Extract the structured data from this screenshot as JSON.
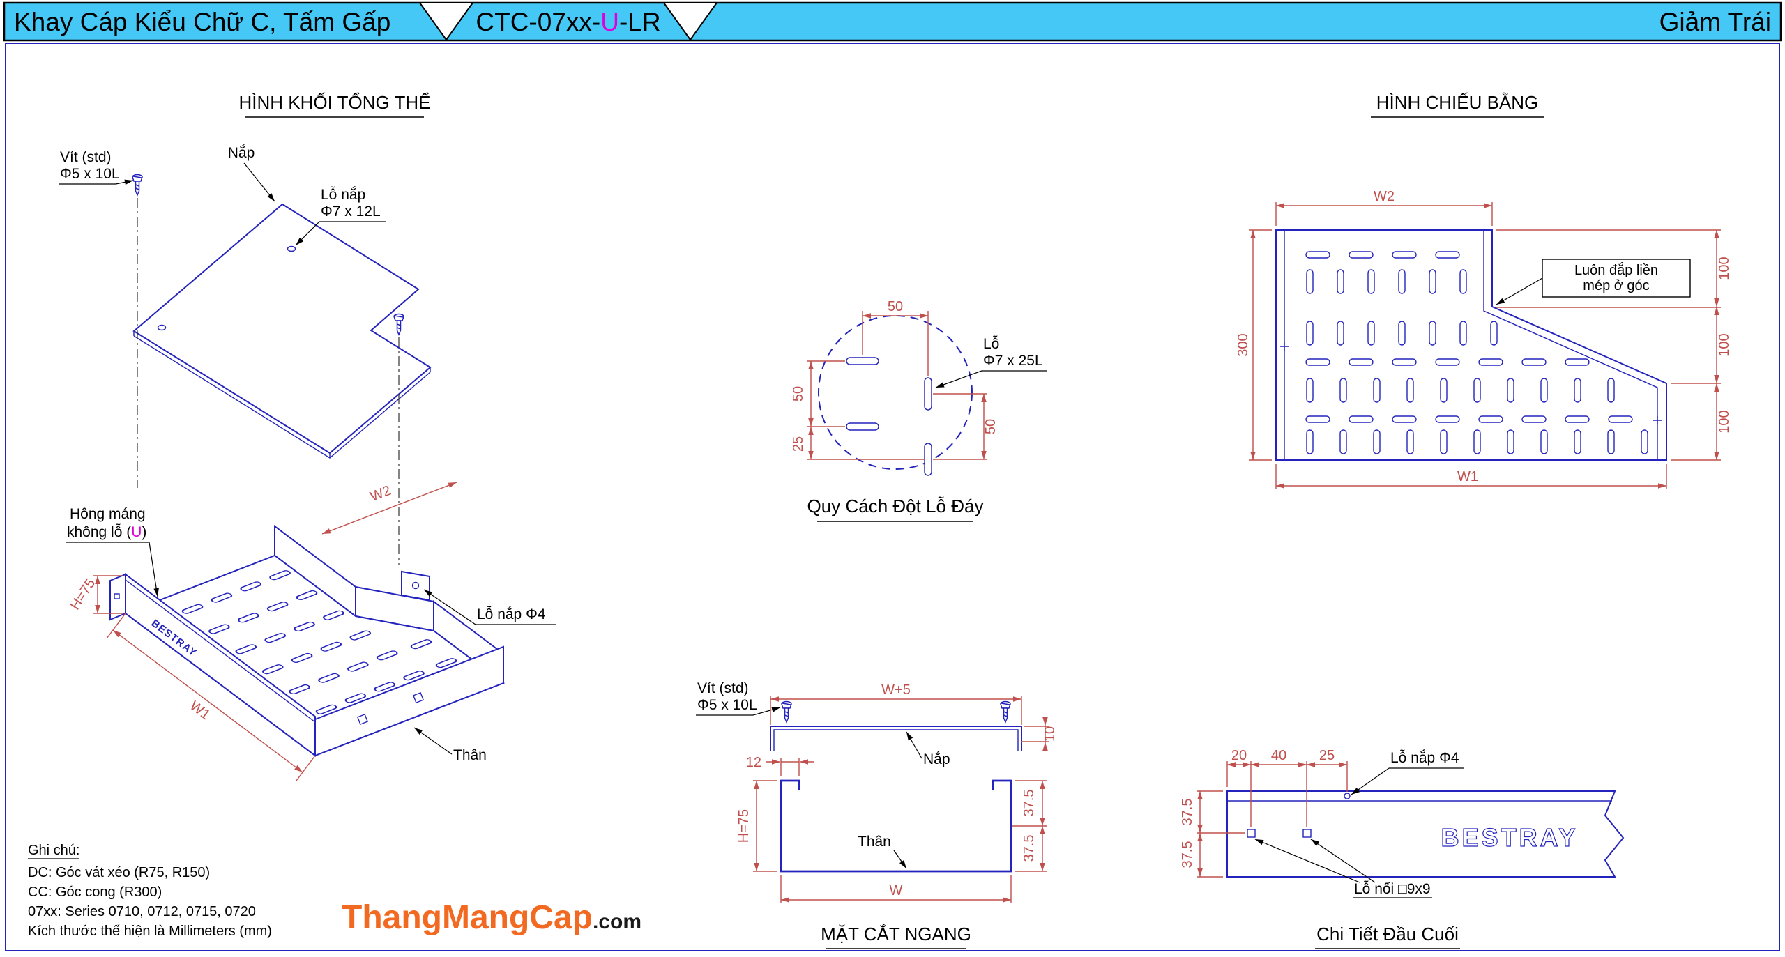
{
  "header": {
    "left_title": "Khay Cáp Kiểu Chữ C, Tấm Gấp",
    "code_prefix": "CTC-07xx-",
    "code_highlight": "U",
    "code_suffix": "-LR",
    "right_title": "Giảm Trái"
  },
  "iso": {
    "title": "HÌNH KHỐI TỔNG THỂ",
    "screw_line1": "Vít (std)",
    "screw_line2": "Φ5 x 10L",
    "cover": "Nắp",
    "cover_hole_line1": "Lỗ nắp",
    "cover_hole_line2": "Φ7 x 12L",
    "side_line1": "Hông máng",
    "side_line2_pre": "không lỗ (",
    "side_line2_u": "U",
    "side_line2_post": ")",
    "brand": "BESTRAY",
    "dim_w2": "W2",
    "dim_h": "H=75",
    "dim_w1": "W1",
    "cap_hole": "Lỗ nắp Φ4",
    "body": "Thân"
  },
  "punch": {
    "title": "Quy Cách Đột Lỗ Đáy",
    "dim_top": "50",
    "dim_left": "50",
    "dim_left2": "25",
    "dim_right": "50",
    "hole_line1": "Lỗ",
    "hole_line2": "Φ7 x 25L"
  },
  "plan": {
    "title": "HÌNH CHIẾU BẰNG",
    "dim_w2": "W2",
    "dim_300": "300",
    "dim_100a": "100",
    "dim_100b": "100",
    "dim_100c": "100",
    "dim_w1": "W1",
    "corner_note_line1": "Luôn đắp liền",
    "corner_note_line2": "mép ở góc"
  },
  "section": {
    "title": "MẶT CẮT NGANG",
    "screw_line1": "Vít (std)",
    "screw_line2": "Φ5 x 10L",
    "dim_w5": "W+5",
    "dim_10": "10",
    "dim_12": "12",
    "dim_h": "H=75",
    "dim_375a": "37.5",
    "dim_375b": "37.5",
    "dim_w": "W",
    "cover": "Nắp",
    "body": "Thân"
  },
  "end_detail": {
    "title": "Chi Tiết Đầu Cuối",
    "dim_20": "20",
    "dim_40": "40",
    "dim_25": "25",
    "dim_375a": "37.5",
    "dim_375b": "37.5",
    "cap_hole": "Lỗ nắp Φ4",
    "join_hole": "Lỗ nối □9x9",
    "brand": "BESTRAY"
  },
  "notes": {
    "heading": "Ghi chú:",
    "lines": [
      "DC: Góc vát xéo (R75, R150)",
      "CC: Góc cong (R300)",
      "07xx: Series 0710, 0712, 0715, 0720",
      "Kích thước thể hiện là Millimeters (mm)"
    ]
  },
  "logo": {
    "brand": "ThangMangCap",
    "suffix": ".com"
  },
  "colors": {
    "header_bg": "#45c8f5",
    "line_blue": "#2424bd",
    "dim_red": "#c0504d",
    "accent_magenta": "#dd00dd",
    "logo_orange": "#f26a21"
  }
}
